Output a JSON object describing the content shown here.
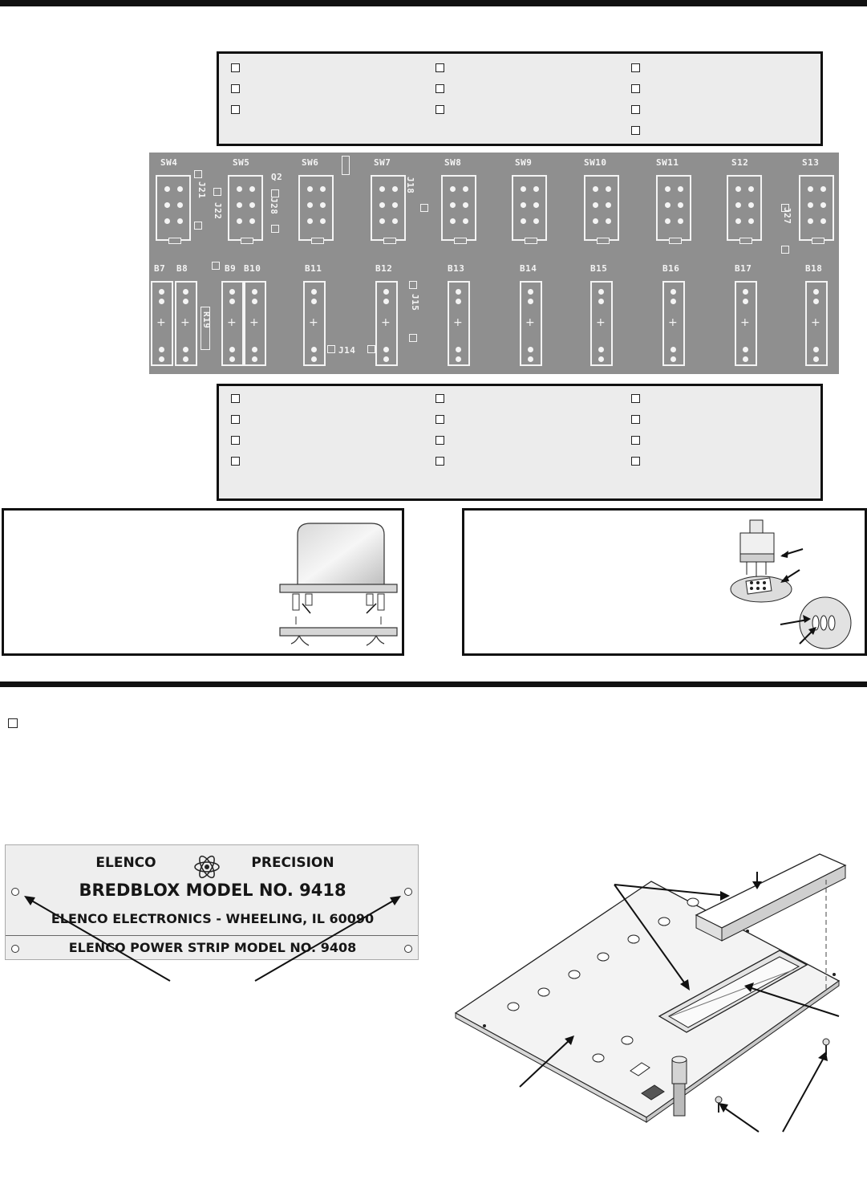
{
  "pcb": {
    "switch_labels": [
      "SW4",
      "SW5",
      "SW6",
      "SW7",
      "SW8",
      "SW9",
      "SW10",
      "SW11",
      "S12",
      "S13"
    ],
    "top_misc_labels": [
      "Q2",
      "J18",
      "J21",
      "J22",
      "J28",
      "J27"
    ],
    "battery_labels": [
      "B7",
      "B8",
      "B9",
      "B10",
      "B11",
      "B12",
      "B13",
      "B14",
      "B15",
      "B16",
      "B17",
      "B18"
    ],
    "bottom_misc_labels": [
      "R19",
      "J15",
      "J14"
    ]
  },
  "nameplate": {
    "brand_left": "ELENCO",
    "brand_right": "PRECISION",
    "model_line": "BREDBLOX MODEL NO. 9418",
    "address_line": "ELENCO ELECTRONICS - WHEELING, IL 60090",
    "power_strip_line": "ELENCO POWER STRIP MODEL NO. 9408"
  }
}
